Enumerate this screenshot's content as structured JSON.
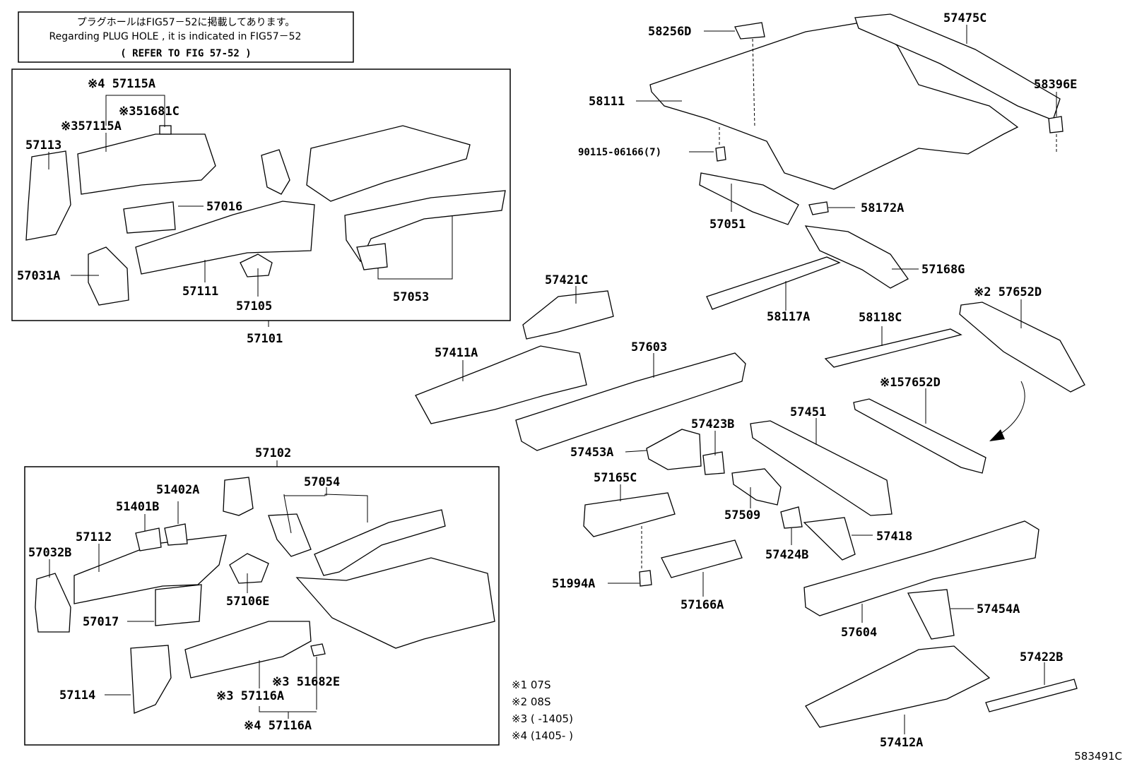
{
  "notice": {
    "line1": "プラグホールはFIG57－52に掲載してあります。",
    "line2": "Regarding PLUG HOLE , it is indicated in FIG57－52",
    "line3": "(    REFER TO FIG 57-52   )"
  },
  "groups": {
    "upper_assembly": "57101",
    "lower_assembly": "57102"
  },
  "labels": {
    "p57115A_4": "※4 57115A",
    "p51681C": "※351681C",
    "p57115A_3": "※357115A",
    "p57113": "57113",
    "p57016": "57016",
    "p57031A": "57031A",
    "p57111": "57111",
    "p57105": "57105",
    "p57053": "57053",
    "p57102": "57102",
    "p51402A": "51402A",
    "p57054": "57054",
    "p51401B": "51401B",
    "p57112": "57112",
    "p57032B": "57032B",
    "p57106E": "57106E",
    "p57017": "57017",
    "p57114": "57114",
    "p51682E": "※3 51682E",
    "p57116A_3": "※3 57116A",
    "p57116A_4": "※4 57116A",
    "p58256D": "58256D",
    "p57475C": "57475C",
    "p58111": "58111",
    "p58396E": "58396E",
    "p90115": "90115-06166(7)",
    "p58172A": "58172A",
    "p57051": "57051",
    "p57168G": "57168G",
    "p57421C": "57421C",
    "p58117A": "58117A",
    "p58118C": "58118C",
    "p57652D_2": "※2 57652D",
    "p57411A": "57411A",
    "p57603": "57603",
    "p57652D_1": "※157652D",
    "p57423B": "57423B",
    "p57451": "57451",
    "p57453A": "57453A",
    "p57165C": "57165C",
    "p57509": "57509",
    "p57418": "57418",
    "p57424B": "57424B",
    "p51994A": "51994A",
    "p57166A": "57166A",
    "p57454A": "57454A",
    "p57604": "57604",
    "p57422B": "57422B",
    "p57412A": "57412A"
  },
  "legend": {
    "l1": "※1 07S",
    "l2": "※2 08S",
    "l3": "※3 (      -1405)",
    "l4": "※4 (1405-      )"
  },
  "figure_id": "583491C"
}
